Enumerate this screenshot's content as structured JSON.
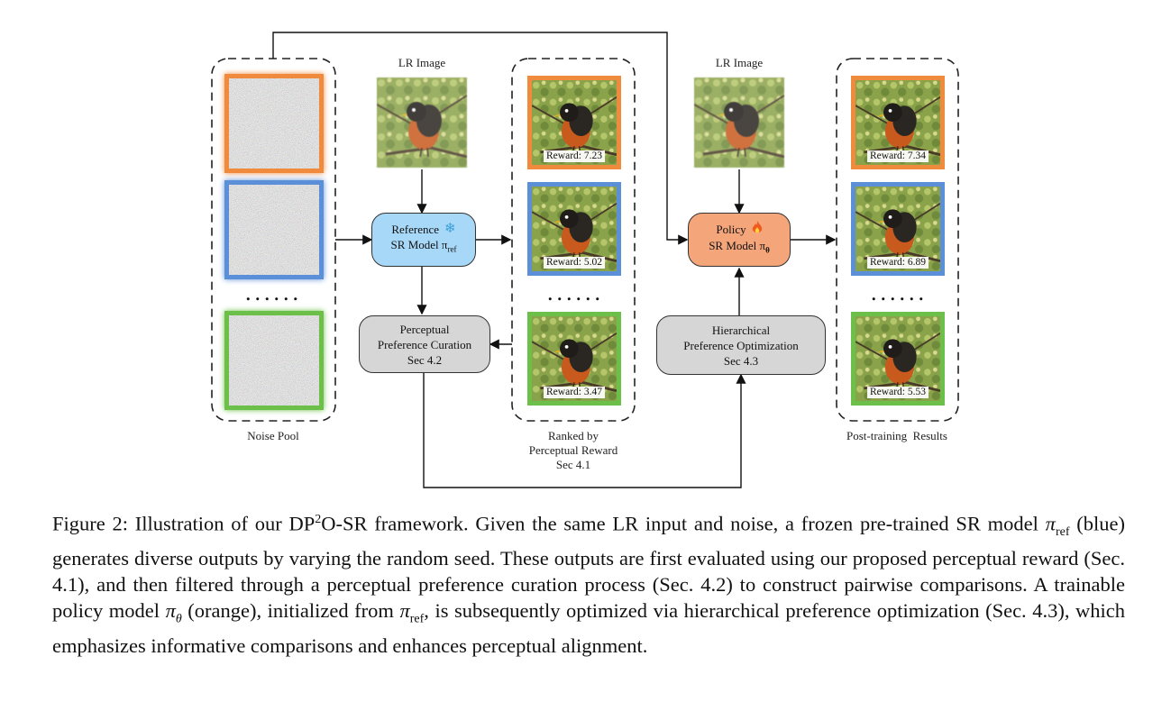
{
  "figure": {
    "lr_image_label_left": "LR Image",
    "lr_image_label_right": "LR Image",
    "noise_pool_label": "Noise Pool",
    "ranked_label_lines": [
      "Ranked by",
      "Perceptual Reward",
      "Sec 4.1"
    ],
    "post_training_label": "Post-training  Results",
    "reference_model": {
      "line1": "Reference",
      "line2": "SR Model π",
      "sub": "ref",
      "icon": "snowflake-icon",
      "color": "#a8d8f8"
    },
    "policy_model": {
      "line1": "Policy",
      "line2": "SR Model π",
      "sub": "θ",
      "icon": "flame-icon",
      "color": "#f4a57a"
    },
    "curation_box": {
      "line1": "Perceptual",
      "line2": "Preference Curation",
      "line3": "Sec 4.2",
      "color": "#d6d6d6"
    },
    "optimization_box": {
      "line1": "Hierarchical",
      "line2": "Preference Optimization",
      "line3": "Sec 4.3",
      "color": "#d6d6d6"
    },
    "ranked_rewards": [
      "Reward: 7.23",
      "Reward: 5.02",
      "Reward: 3.47"
    ],
    "post_rewards": [
      "Reward: 7.34",
      "Reward: 6.89",
      "Reward: 5.53"
    ],
    "ellipsis": "......",
    "border_colors": {
      "orange": "#f08a3c",
      "blue": "#5b8fd8",
      "green": "#6cc04a"
    }
  },
  "caption": {
    "fig_prefix": "Figure 2: Illustration of our DP",
    "sup": "2",
    "after_sup": "O-SR framework. Given the same LR input and noise, a frozen pre-trained SR model ",
    "pi_ref_1": "π",
    "ref_sub_1": "ref",
    "part2": " (blue) generates diverse outputs by varying the random seed. These outputs are first evaluated using our proposed perceptual reward (Sec. 4.1), and then filtered through a perceptual preference curation process (Sec. 4.2) to construct pairwise comparisons. A trainable policy model ",
    "pi_theta": "π",
    "theta_sub": "θ",
    "part3": " (orange), initialized from ",
    "pi_ref_2": "π",
    "ref_sub_2": "ref",
    "part4": ", is subsequently optimized via hierarchical preference optimization (Sec. 4.3), which emphasizes informative comparisons and enhances perceptual alignment."
  }
}
